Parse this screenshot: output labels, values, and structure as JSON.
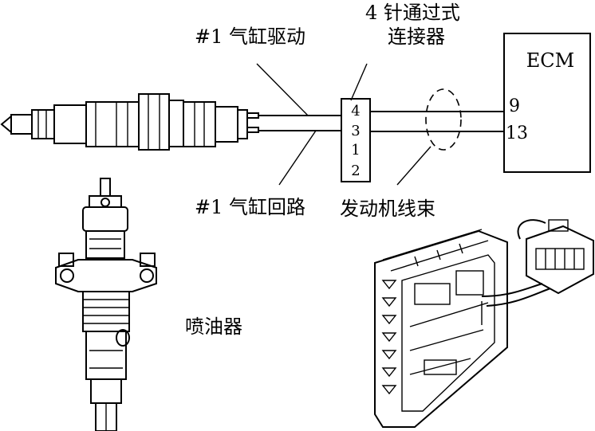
{
  "labels": {
    "drive": "#1 气缸驱动",
    "return": "#1 气缸回路",
    "connector_line1": "4 针通过式",
    "connector_line2": "连接器",
    "ecm": "ECM",
    "harness": "发动机线束",
    "injector": "喷油器"
  },
  "connector_pins": [
    "4",
    "3",
    "1",
    "2"
  ],
  "ecm_pins": [
    "9",
    "13"
  ]
}
